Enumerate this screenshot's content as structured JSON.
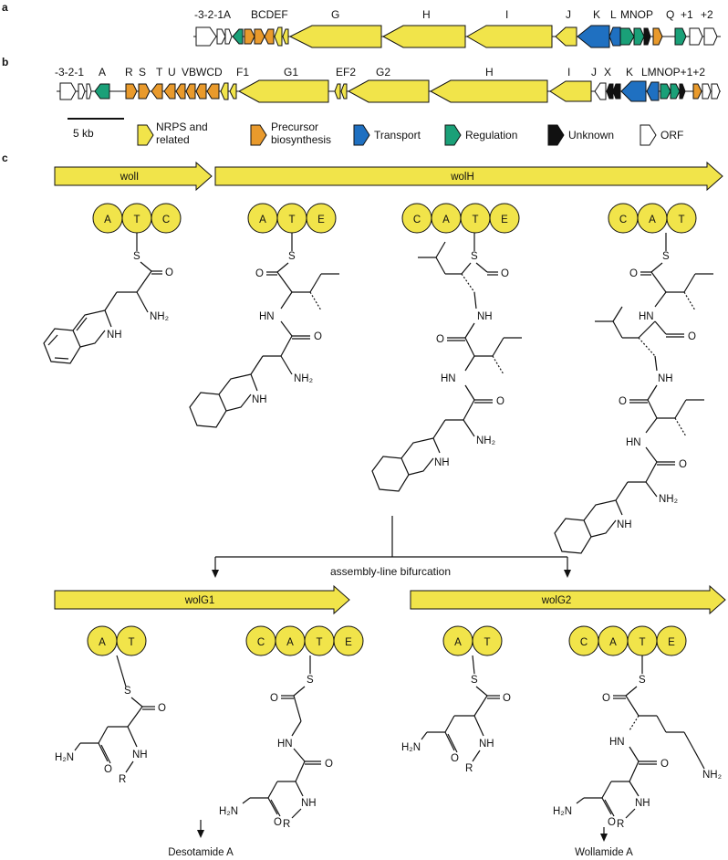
{
  "panels": {
    "a": "a",
    "b": "b",
    "c": "c"
  },
  "colors": {
    "nrps": "#f1e44a",
    "precursor": "#e99a2c",
    "transport": "#1f70c1",
    "regulation": "#1aa078",
    "unknown": "#111111",
    "orf": "#ffffff",
    "domain": "#f1e44a",
    "module_arrow": "#f1e44a"
  },
  "cluster_a": {
    "labels": [
      "-3-2-1A",
      "BCDEF",
      "G",
      "H",
      "I",
      "J",
      "K",
      "L",
      "MNOP",
      "Q",
      "+1",
      "+2"
    ]
  },
  "cluster_b": {
    "labels": [
      "-3-2-1",
      "A",
      "R",
      "S",
      "T",
      "U",
      "VBWCD",
      "F1",
      "G1",
      "EF2",
      "G2",
      "H",
      "I",
      "J",
      "X",
      "K",
      "LMNOP+1+2"
    ]
  },
  "scale_bar": {
    "label": "5 kb"
  },
  "legend": [
    {
      "label": "NRPS and related",
      "line1": "NRPS and",
      "line2": "related"
    },
    {
      "label": "Precursor biosynthesis",
      "line1": "Precursor",
      "line2": "biosynthesis"
    },
    {
      "label": "Transport"
    },
    {
      "label": "Regulation"
    },
    {
      "label": "Unknown"
    },
    {
      "label": "ORF"
    }
  ],
  "modules": {
    "wolI": "wolI",
    "wolH": "wolH",
    "wolG1": "wolG1",
    "wolG2": "wolG2"
  },
  "domain_sets": {
    "wolI": [
      "A",
      "T",
      "C"
    ],
    "wolH_m1": [
      "A",
      "T",
      "E"
    ],
    "wolH_m2": [
      "C",
      "A",
      "T",
      "E"
    ],
    "wolH_m3": [
      "C",
      "A",
      "T"
    ],
    "wolG1_m1": [
      "A",
      "T"
    ],
    "wolG1_m2": [
      "C",
      "A",
      "T",
      "E"
    ],
    "wolG2_m1": [
      "A",
      "T"
    ],
    "wolG2_m2": [
      "C",
      "A",
      "T",
      "E"
    ]
  },
  "atoms": {
    "S": "S",
    "O": "O",
    "NH": "NH",
    "HN": "HN",
    "NH2": "NH₂",
    "H2N": "H₂N",
    "R": "R"
  },
  "bifurcation_label": "assembly-line bifurcation",
  "products": {
    "left": "Desotamide A",
    "right": "Wollamide A"
  }
}
